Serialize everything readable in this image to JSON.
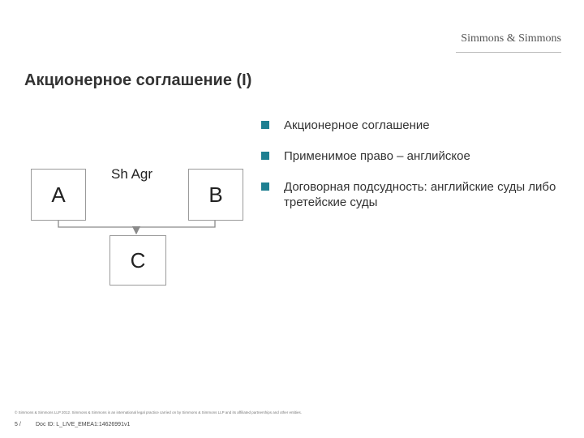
{
  "header": {
    "logo": "Simmons & Simmons"
  },
  "title": "Акционерное соглашение (I)",
  "diagram": {
    "box_a": "A",
    "box_b": "B",
    "box_c": "C",
    "agreement_label": "Sh Agr"
  },
  "bullets": [
    "Акционерное соглашение",
    "Применимое право – английское",
    "Договорная подсудность: английские суды либо третейские суды"
  ],
  "footer": {
    "legal": "© Simmons & Simmons LLP 2012. Simmons & Simmons is an international legal practice carried on by Simmons & Simmons LLP and its affiliated partnerships and other entities.",
    "page": "5 /",
    "doc_id": "Doc ID: L_LIVE_EMEA1:14626991v1"
  },
  "colors": {
    "bullet": "#1e7f91"
  }
}
